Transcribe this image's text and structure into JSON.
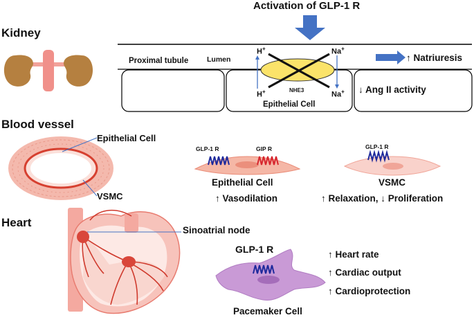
{
  "title": "Activation of GLP-1 R",
  "kidney": {
    "section_label": "Kidney",
    "proximal_tubule": "Proximal tubule",
    "lumen": "Lumen",
    "h_ion": "H",
    "na_ion": "Na",
    "ion_charge": "+",
    "transporter": "NHE3",
    "cell_label": "Epithelial Cell",
    "effect_natriuresis": "↑ Natriuresis",
    "effect_ang2": "↓ Ang II activity"
  },
  "blood_vessel": {
    "section_label": "Blood vessel",
    "epithelial_callout": "Epithelial Cell",
    "vsmc_callout": "VSMC",
    "glp1r_tag": "GLP-1 R",
    "gipr_tag": "GIP R",
    "glp1r_tag_vsmc": "GLP-1 R",
    "epithelial_cell_title": "Epithelial Cell",
    "epithelial_effect": "↑ Vasodilation",
    "vsmc_title": "VSMC",
    "vsmc_effect": "↑  Relaxation, ↓ Proliferation"
  },
  "heart": {
    "section_label": "Heart",
    "sinoatrial_node": "Sinoatrial node",
    "receptor_label": "GLP-1 R",
    "pacemaker_cell": "Pacemaker Cell",
    "effects": [
      "↑ Heart rate",
      "↑ Cardiac output",
      "↑ Cardioprotection"
    ]
  },
  "colors": {
    "arrow_blue": "#4472c4",
    "nhe3_fill": "#fbe36a",
    "vessel_pink": "#f4b9ad",
    "vessel_red": "#e04a35",
    "receptor_blue": "#1f2a9c",
    "receptor_red": "#d7262e",
    "pacemaker_purple": "#c99ad6"
  }
}
